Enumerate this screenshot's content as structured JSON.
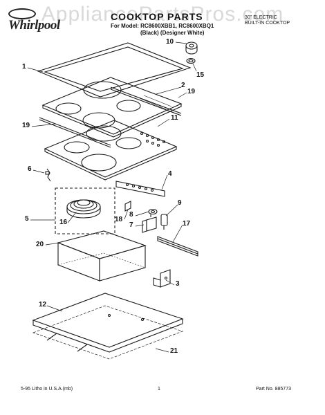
{
  "watermark": "AppliancePartsPros.com",
  "header": {
    "brand": "Whirlpool",
    "title": "COOKTOP PARTS",
    "model_line": "For Model: RC8600XBB1, RC8600XBQ1",
    "colors_line": "(Black) (Designer White)",
    "appliance_line1": "30\" ELECTRIC",
    "appliance_line2": "BUILT-IN COOKTOP"
  },
  "callouts": [
    "1",
    "2",
    "3",
    "4",
    "5",
    "6",
    "7",
    "8",
    "9",
    "10",
    "11",
    "12",
    "15",
    "16",
    "17",
    "18",
    "19",
    "19",
    "20",
    "21"
  ],
  "footer": {
    "left": "5-95 Litho in U.S.A.(mb)",
    "page": "1",
    "part_no": "Part No. 885773"
  },
  "colors": {
    "line": "#1a1a1a",
    "watermark": "#aaaaaa"
  }
}
